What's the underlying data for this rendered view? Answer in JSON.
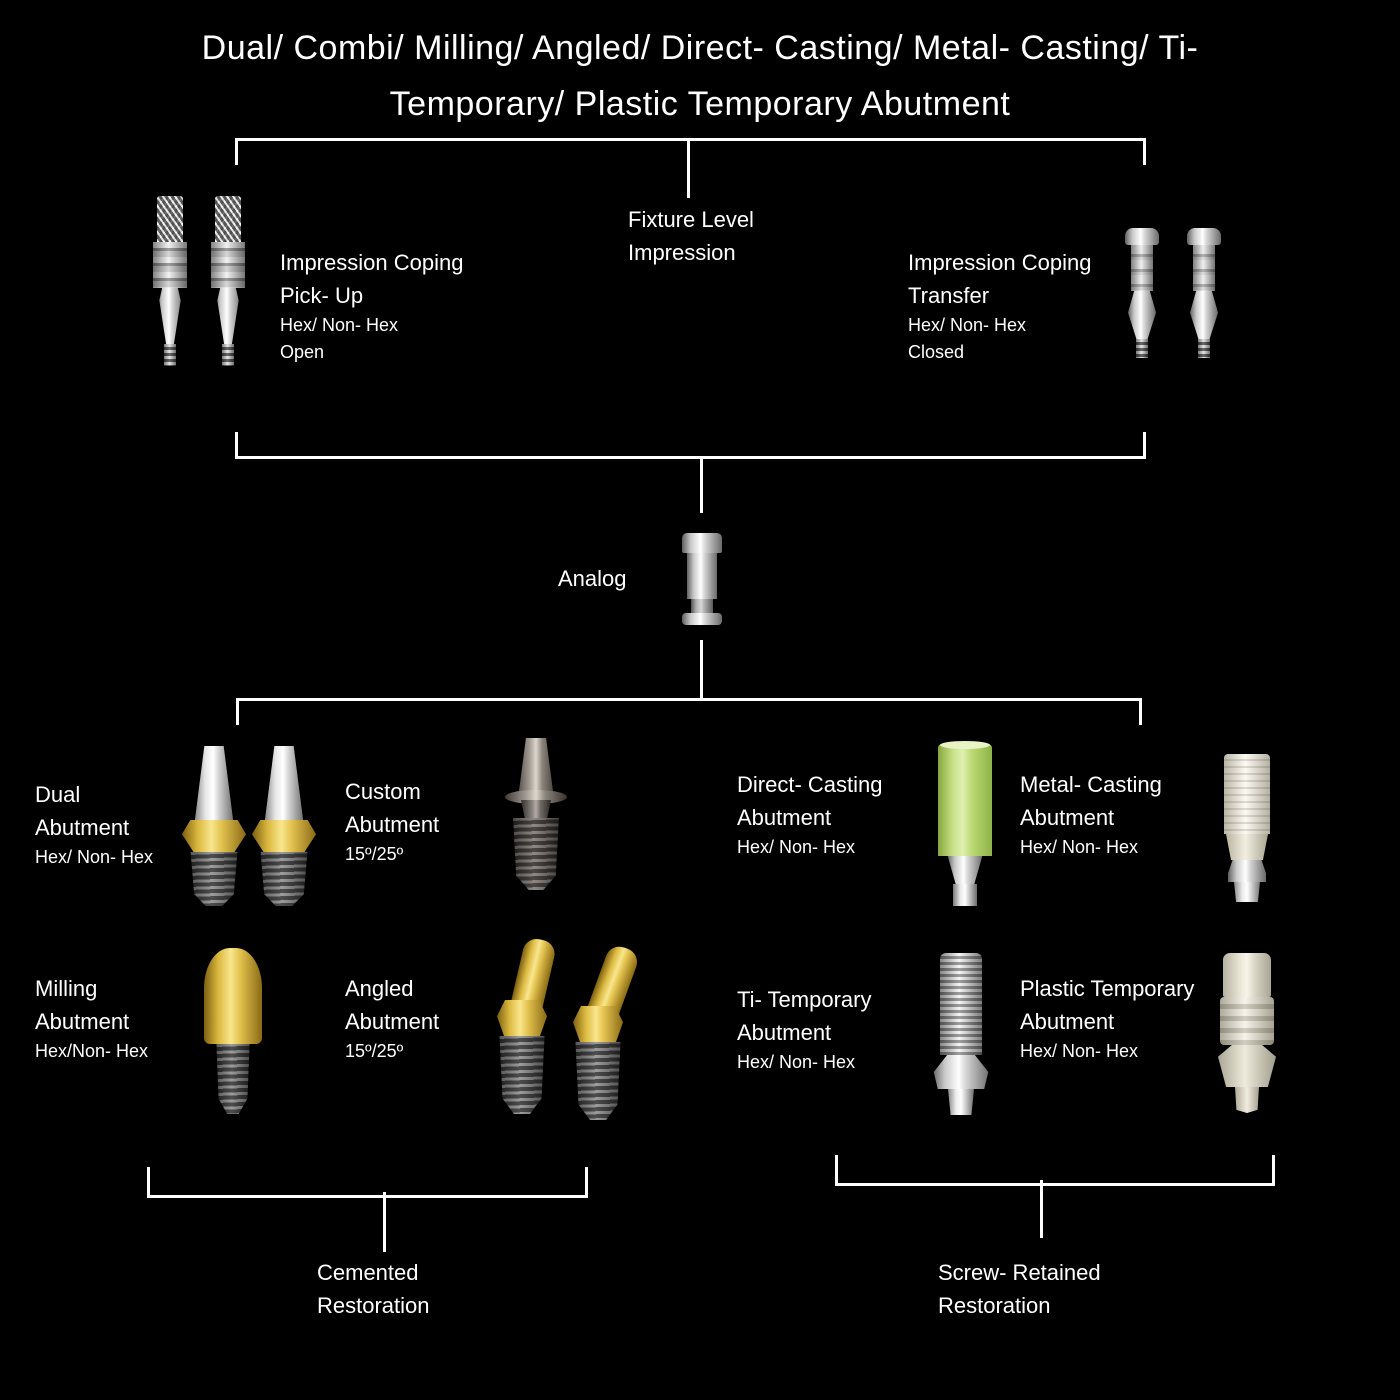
{
  "title": {
    "line1": "Dual/ Combi/ Milling/ Angled/ Direct- Casting/ Metal- Casting/ Ti-",
    "line2": "Temporary/ Plastic Temporary Abutment"
  },
  "fixture_level": {
    "line1": "Fixture Level",
    "line2": "Impression"
  },
  "impression_pickup": {
    "title1": "Impression Coping",
    "title2": "Pick- Up",
    "sub1": "Hex/ Non- Hex",
    "sub2": "Open"
  },
  "impression_transfer": {
    "title1": "Impression Coping",
    "title2": "Transfer",
    "sub1": "Hex/ Non- Hex",
    "sub2": "Closed"
  },
  "analog": {
    "label": "Analog"
  },
  "abutments": {
    "dual": {
      "line1": "Dual",
      "line2": "Abutment",
      "line3": "Hex/ Non- Hex"
    },
    "custom": {
      "line1": "Custom",
      "line2": "Abutment",
      "line3": "15º/25º"
    },
    "direct_casting": {
      "line1": "Direct- Casting",
      "line2": "Abutment",
      "line3": "Hex/ Non- Hex"
    },
    "metal_casting": {
      "line1": "Metal- Casting",
      "line2": "Abutment",
      "line3": "Hex/ Non- Hex"
    },
    "milling": {
      "line1": "Milling",
      "line2": "Abutment",
      "line3": "Hex/Non- Hex"
    },
    "angled": {
      "line1": "Angled",
      "line2": "Abutment",
      "line3": "15º/25º"
    },
    "ti_temporary": {
      "line1": "Ti- Temporary",
      "line2": "Abutment",
      "line3": "Hex/ Non- Hex"
    },
    "plastic_temporary": {
      "line1": "Plastic Temporary",
      "line2": "Abutment",
      "line3": "Hex/ Non- Hex"
    }
  },
  "restorations": {
    "cemented": {
      "line1": "Cemented",
      "line2": "Restoration"
    },
    "screw_retained": {
      "line1": "Screw- Retained",
      "line2": "Restoration"
    }
  },
  "icons": {
    "pickup_coping": "pickup-impression-coping",
    "transfer_coping": "transfer-impression-coping",
    "analog": "implant-analog",
    "dual_abutment": "dual-abutment-on-implant",
    "custom_abutment": "custom-abutment-on-implant",
    "direct_casting_abutment": "green-casting-sleeve-abutment",
    "metal_casting_abutment": "ivory-ribbed-casting-abutment",
    "milling_abutment": "gold-milling-abutment-on-implant",
    "angled_abutment": "gold-angled-abutment-on-implant",
    "ti_temporary_abutment": "titanium-threaded-temporary-abutment",
    "plastic_temporary_abutment": "plastic-ribbed-temporary-abutment"
  },
  "colors": {
    "background": "#000000",
    "text": "#ffffff",
    "line": "#ffffff",
    "gold": "#e8c84a",
    "green": "#c9e287",
    "cream": "#ece9da",
    "metal": "#c9c9c9"
  }
}
